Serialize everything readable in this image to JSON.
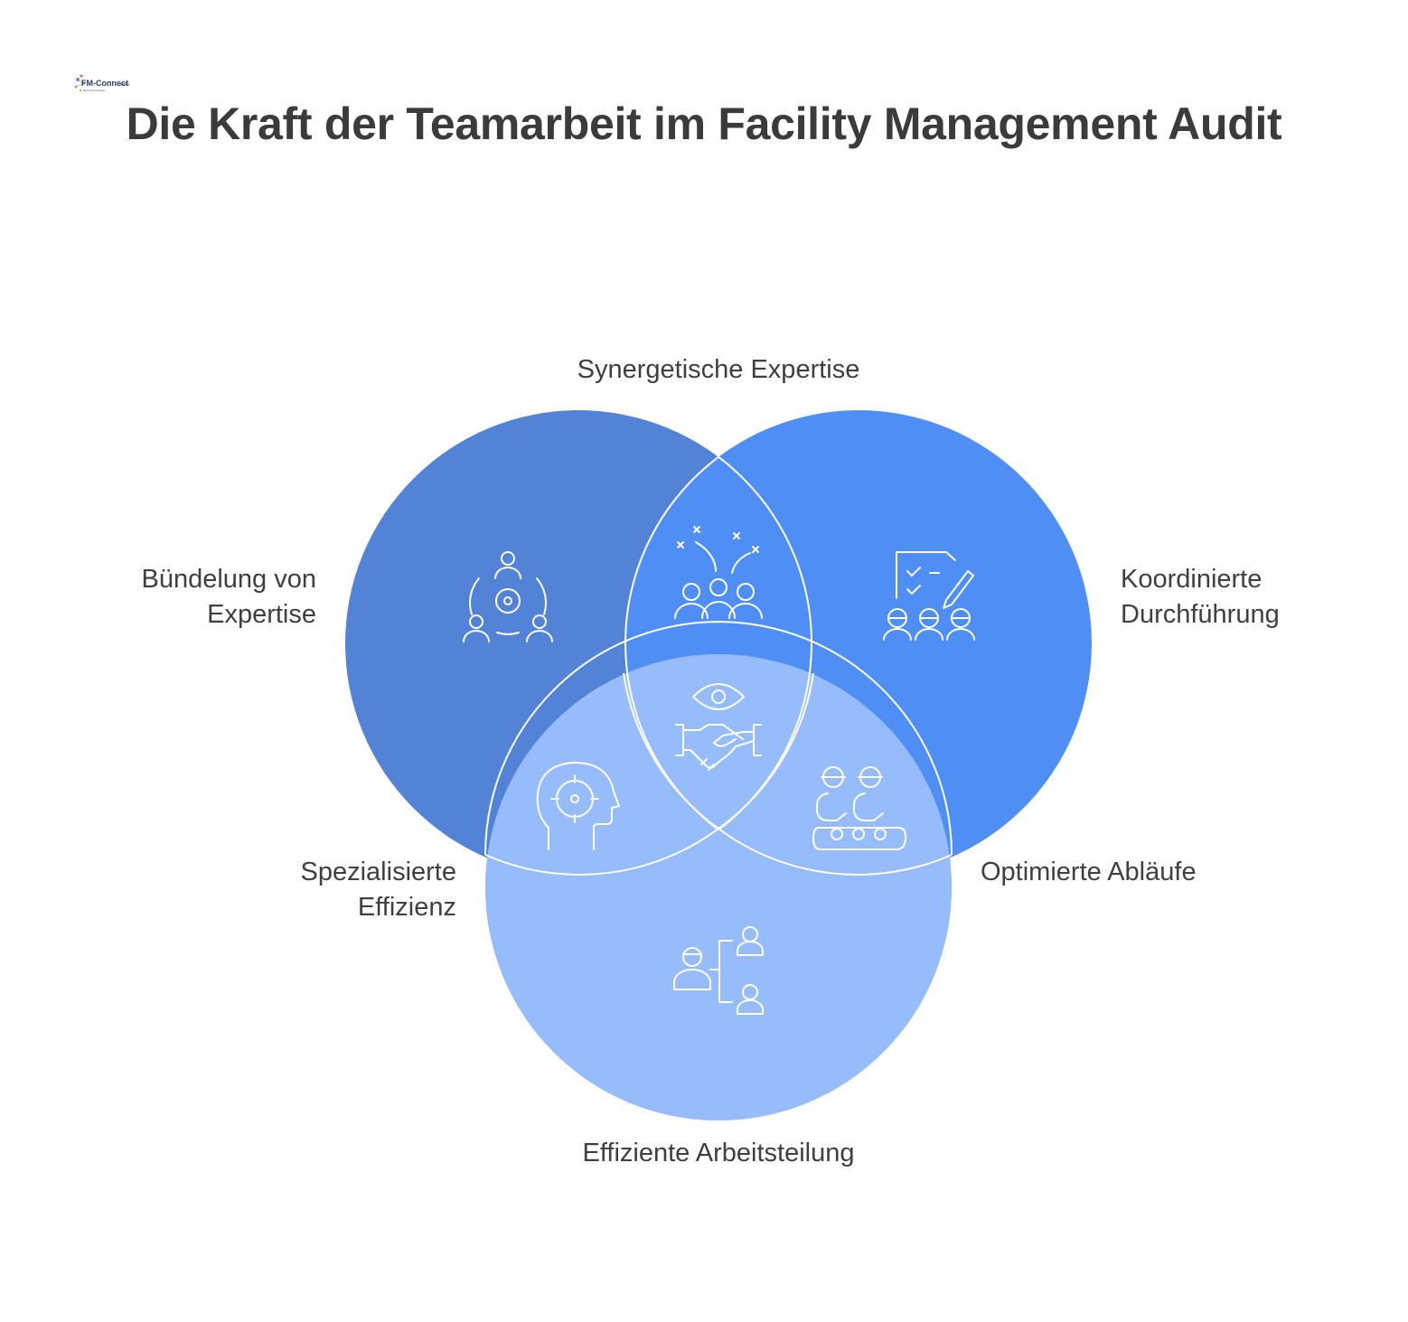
{
  "logo": {
    "text": "FM-Connect",
    "suffix": ".com",
    "tagline": "Das FM-Netzwerk"
  },
  "title": "Die Kraft der Teamarbeit im Facility Management Audit",
  "labels": {
    "synergy": "Synergetische Expertise",
    "bundling_line1": "Bündelung von",
    "bundling_line2": "Expertise",
    "coordinated_line1": "Koordinierte",
    "coordinated_line2": "Durchführung",
    "specialized_line1": "Spezialisierte",
    "specialized_line2": "Effizienz",
    "optimized": "Optimierte Abläufe",
    "division": "Effiziente Arbeitsteilung"
  },
  "colors": {
    "circle_left": "#5283d6",
    "circle_right": "#4f8ef5",
    "circle_bottom": "#97bcfc",
    "overlap_top": "#4f8ef5",
    "overlap_bottom": "#97bcfc",
    "outline": "#ffffff",
    "text": "#3f3f3f"
  },
  "icons": {
    "left": "team-gear-icon",
    "top": "team-strategy-icon",
    "right": "checklist-team-icon",
    "center": "handshake-eye-icon",
    "bottom_left": "head-target-icon",
    "bottom_right": "workers-conveyor-icon",
    "bottom": "org-chart-icon"
  }
}
